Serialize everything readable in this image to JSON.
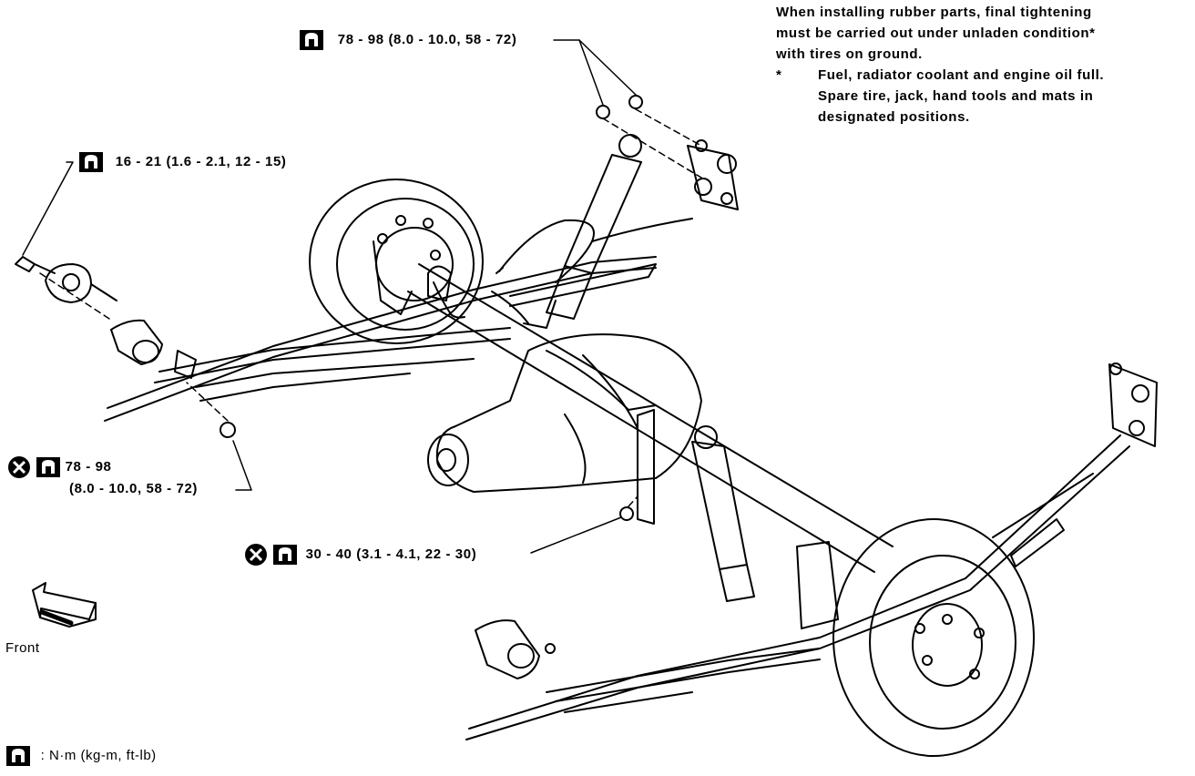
{
  "notes": {
    "line1": "When installing rubber parts, final tightening",
    "line2": "must be carried out under unladen condition*",
    "line3": "with tires on ground.",
    "star": "*",
    "item1": "Fuel, radiator coolant and engine oil full.",
    "item2": "Spare tire, jack, hand tools and mats in",
    "item3": "designated positions."
  },
  "torque": {
    "top": "78 - 98  (8.0 - 10.0, 58 - 72)",
    "left": "16 - 21 (1.6 - 2.1, 12 - 15)",
    "lower_left_1": "78 - 98",
    "lower_left_2": "(8.0 - 10.0, 58 - 72)",
    "center": "30 - 40 (3.1 - 4.1, 22 - 30)"
  },
  "legend": {
    "unit": ": N·m (kg-m, ft-lb)"
  },
  "direction": {
    "front": "Front"
  },
  "icons": [
    "torque-wrench-icon",
    "replace-part-icon",
    "front-arrow-icon"
  ]
}
